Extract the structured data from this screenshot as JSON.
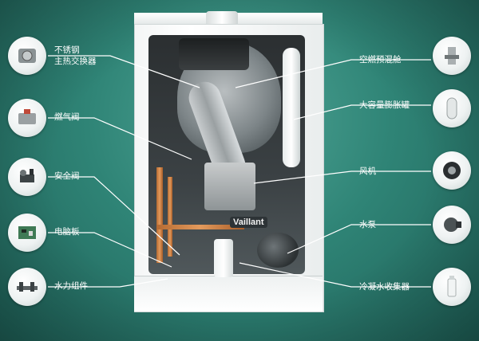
{
  "components_left": [
    {
      "label_line1": "不锈钢",
      "label_line2": "主热交换器",
      "icon": "heat-exchanger-icon"
    },
    {
      "label_line1": "燃气阀",
      "icon": "gas-valve-icon"
    },
    {
      "label_line1": "安全阀",
      "icon": "safety-valve-icon"
    },
    {
      "label_line1": "电脑板",
      "icon": "circuit-board-icon"
    },
    {
      "label_line1": "水力组件",
      "icon": "hydraulic-assembly-icon"
    }
  ],
  "components_right": [
    {
      "label_line1": "空燃预混舱",
      "icon": "premix-chamber-icon"
    },
    {
      "label_line1": "大容量膨胀罐",
      "icon": "expansion-tank-icon"
    },
    {
      "label_line1": "风机",
      "icon": "fan-icon"
    },
    {
      "label_line1": "水泵",
      "icon": "pump-icon"
    },
    {
      "label_line1": "冷凝水收集器",
      "icon": "condensate-collector-icon"
    }
  ],
  "brand": "Vaillant",
  "colors": {
    "background": "#2f8476",
    "leader_line": "#ffffff",
    "label_text": "#ffffff",
    "boiler_body": "#f4f6f6"
  }
}
